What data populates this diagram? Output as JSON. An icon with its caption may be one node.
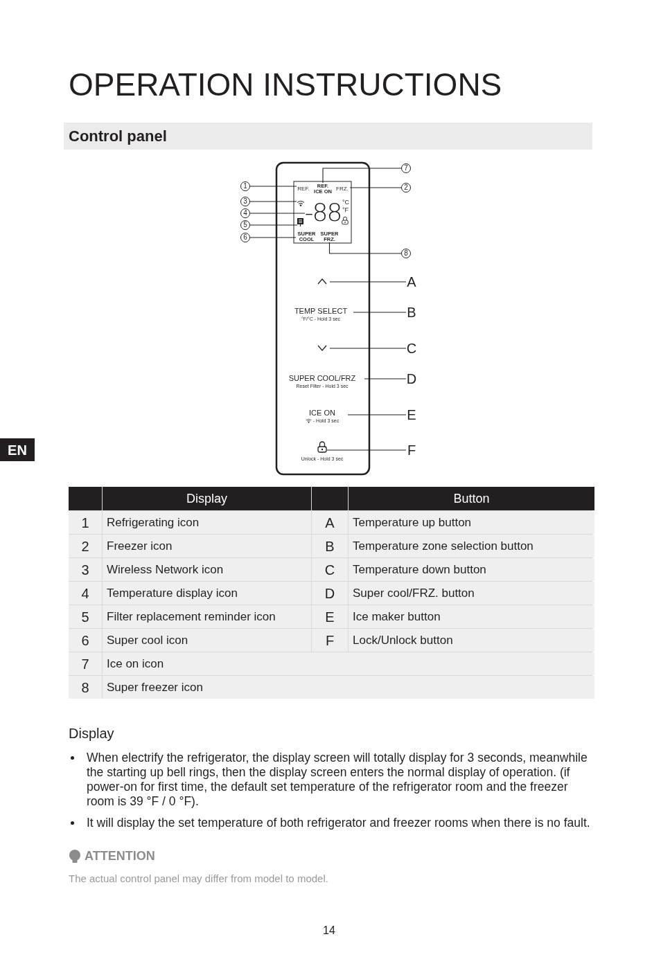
{
  "diagram": {
    "title": "OPERATION INSTRUCTIONS",
    "nodes": [
      {
        "text": [
          "1"
        ]
      },
      {
        "text": [
          "REF."
        ]
      },
      {
        "text": [
          "7"
        ]
      },
      {
        "text": [
          "REF. ICE ON"
        ]
      },
      {
        "text": [
          "2"
        ]
      },
      {
        "text": [
          "FRZ."
        ]
      },
      {
        "text": [
          "3"
        ]
      },
      {
        "text": [],
        "shape": "picture"
      },
      {
        "text": [
          "4"
        ]
      },
      {
        "text": [
          "-88"
        ]
      },
      {
        "text": [
          "5"
        ]
      },
      {
        "text": [],
        "shape": "picture"
      },
      {
        "text": [
          "6"
        ]
      },
      {
        "text": [
          "SUPER COOL"
        ]
      },
      {
        "text": [
          "8"
        ]
      },
      {
        "text": [
          "SUPER FRZ."
        ]
      },
      {
        "text": [],
        "shape": "picture"
      },
      {
        "text": [
          "A"
        ]
      },
      {
        "text": [
          "TEMP SELECT",
          "°F/°C - Hold 3 sec"
        ]
      },
      {
        "text": [
          "B"
        ]
      },
      {
        "text": [],
        "shape": "picture"
      },
      {
        "text": [
          "C"
        ]
      },
      {
        "text": [
          "SUPER COOL/FRZ",
          "Reset Filter - Hold 3 sec"
        ]
      },
      {
        "text": [
          "D"
        ]
      },
      {
        "text": [
          "ICE ON",
          "- Hold 3 sec"
        ]
      },
      {
        "text": [
          "E"
        ]
      },
      {
        "text": [],
        "shape": "picture",
        "beside": [
          "Unlock - Hold 3 sec"
        ]
      },
      {
        "text": [
          "F"
        ]
      }
    ],
    "edges": [
      {
        "from": 0,
        "to": 1,
        "arrow": "none"
      },
      {
        "from": 2,
        "to": 3,
        "arrow": "none"
      },
      {
        "from": 4,
        "to": 5,
        "arrow": "none"
      },
      {
        "from": 6,
        "to": 7,
        "arrow": "none"
      },
      {
        "from": 8,
        "to": 9,
        "arrow": "none"
      },
      {
        "from": 10,
        "to": 11,
        "arrow": "none"
      },
      {
        "from": 12,
        "to": 13,
        "arrow": "none"
      },
      {
        "from": 14,
        "to": 15,
        "arrow": "none"
      },
      {
        "from": 17,
        "to": 16,
        "arrow": "none"
      },
      {
        "from": 19,
        "to": 18,
        "arrow": "none"
      },
      {
        "from": 21,
        "to": 20,
        "arrow": "none"
      },
      {
        "from": 23,
        "to": 22,
        "arrow": "none"
      },
      {
        "from": 25,
        "to": 24,
        "arrow": "none"
      },
      {
        "from": 27,
        "to": 26,
        "arrow": "none"
      }
    ],
    "labels": [
      "Control panel",
      "°C",
      "°F",
      "EN",
      "Display",
      "Button",
      "1",
      "Refrigerating icon",
      "A",
      "Temperature up button",
      "2",
      "Freezer icon",
      "B",
      "Temperature zone selection button",
      "3",
      "Wireless Network icon",
      "C",
      "Temperature down button",
      "4",
      "Temperature display icon",
      "D",
      "Super cool/FRZ. button",
      "5",
      "Filter replacement reminder icon",
      "E",
      "Ice maker button",
      "6",
      "Super cool icon",
      "F",
      "Lock/Unlock button",
      "7",
      "Ice on icon",
      "8",
      "Super freezer icon",
      "Display",
      "When electrify the refrigerator, the display screen will totally display for 3 seconds, meanwhile the starting up bell rings, then the display screen enters the normal display of operation. (if power-on for first time, the default set temperature of the refrigerator room and the freezer room is 39 °F / 0 °F).",
      "It will display the set temperature of both refrigerator and freezer rooms when there is no fault.",
      "ATTENTION",
      "The actual control panel may differ from model to model.",
      "14"
    ]
  }
}
